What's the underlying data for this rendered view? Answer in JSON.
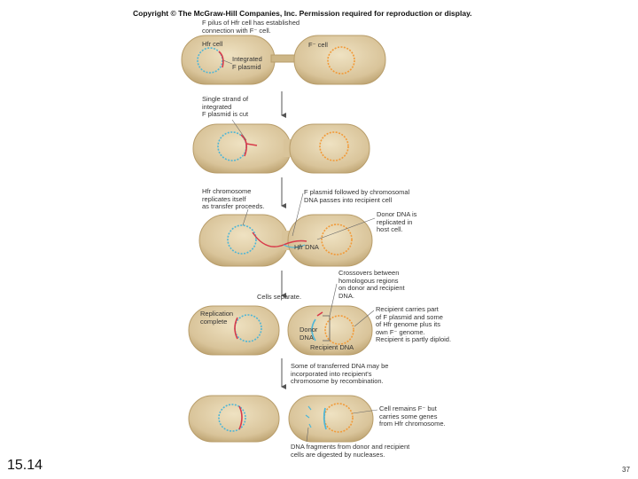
{
  "header": {
    "copyright": "Copyright © The McGraw-Hill Companies, Inc. Permission required for reproduction or display."
  },
  "figure_number": "15.14",
  "page_number": "37",
  "colors": {
    "cell_fill": "#d9c49a",
    "cell_edge": "#b89d6a",
    "hfr_chromosome": "#4fb6d6",
    "f_minus_chromosome": "#f29a38",
    "f_plasmid": "#d83a4a",
    "arrow": "#555555"
  },
  "labels": {
    "step1_top": "F pilus of Hfr cell has established\nconnection with F⁻ cell.",
    "hfr_cell": "Hfr cell",
    "f_minus_cell": "F⁻ cell",
    "integrated_plasmid": "Integrated\nF plasmid",
    "single_strand": "Single strand of\nintegrated\nF plasmid is cut",
    "hfr_replicates": "Hfr chromosome\nreplicates itself\nas transfer proceeds.",
    "f_plasmid_followed": "F plasmid followed by chromosomal\nDNA passes into recipient cell",
    "donor_dna_replicated": "Donor DNA is\nreplicated in\nhost cell.",
    "hfr_dna": "Hfr DNA",
    "crossovers": "Crossovers between\nhomologous regions\non donor and recipient\nDNA.",
    "cells_separate": "Cells separate.",
    "replication_complete": "Replication\ncomplete",
    "recipient_carries": "Recipient carries part\nof F plasmid and some\nof Hfr genome plus its\nown F⁻ genome.\nRecipient is partly diploid.",
    "donor_dna": "Donor\nDNA",
    "recipient_dna": "Recipient DNA",
    "some_transferred": "Some of transferred DNA may be\nincorporated into recipient's\nchromosome by recombination.",
    "cell_remains": "Cell remains F⁻ but\ncarries some genes\nfrom Hfr chromosome.",
    "dna_fragments": "DNA fragments from donor and recipient\ncells are digested by nucleases."
  }
}
